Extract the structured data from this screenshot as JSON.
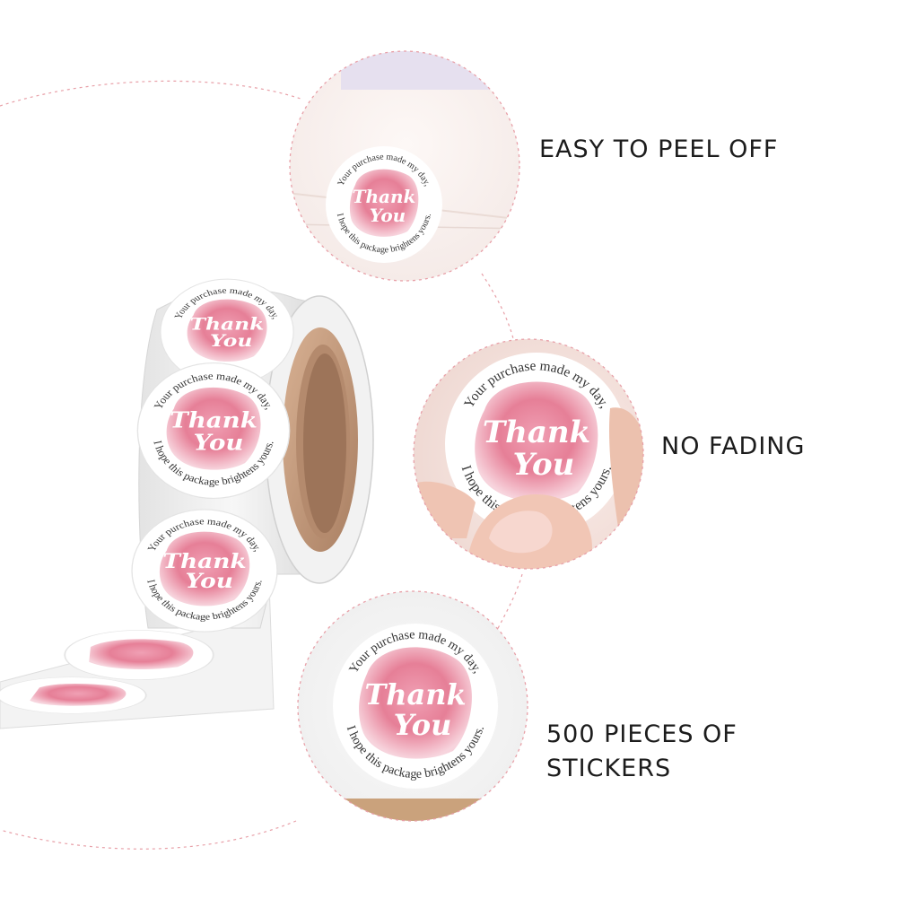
{
  "features": [
    {
      "label": "EASY TO PEEL OFF"
    },
    {
      "label": "NO FADING"
    },
    {
      "label": "500 PIECES OF",
      "label2": "STICKERS"
    }
  ],
  "sticker": {
    "line_top": "Your purchase made my day,",
    "line_bottom": "I hope this package brightens yours.",
    "script_line1": "Thank",
    "script_line2": "You"
  },
  "colors": {
    "accent_pink": "#e9798f",
    "dashed_guide": "#e8a0a8",
    "kraft_core": "#c49778"
  }
}
